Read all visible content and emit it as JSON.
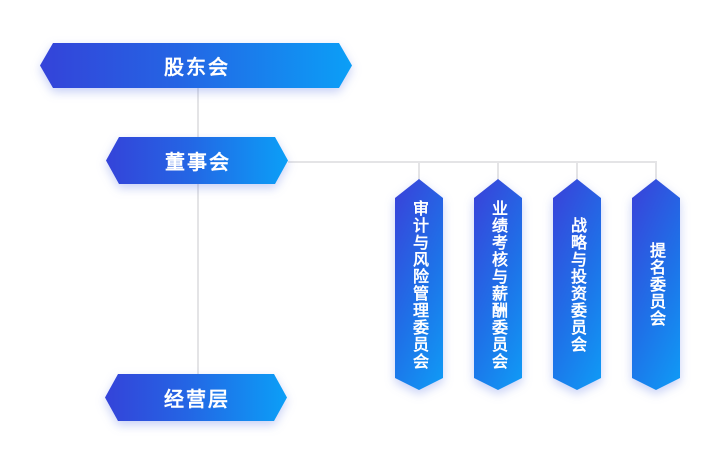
{
  "palette": {
    "gradient_start": "#3443d9",
    "gradient_end": "#0b9ff7",
    "connector_line": "#e4e4e6",
    "label_text": "#ffffff",
    "background": "#ffffff"
  },
  "nodes": {
    "shareholders": {
      "label": "股东会"
    },
    "board": {
      "label": "董事会"
    },
    "management": {
      "label": "经营层"
    },
    "committees": [
      {
        "label": "审计与风险管理委员会"
      },
      {
        "label": "业绩考核与薪酬委员会"
      },
      {
        "label": "战略与投资委员会"
      },
      {
        "label": "提名委员会"
      }
    ]
  }
}
